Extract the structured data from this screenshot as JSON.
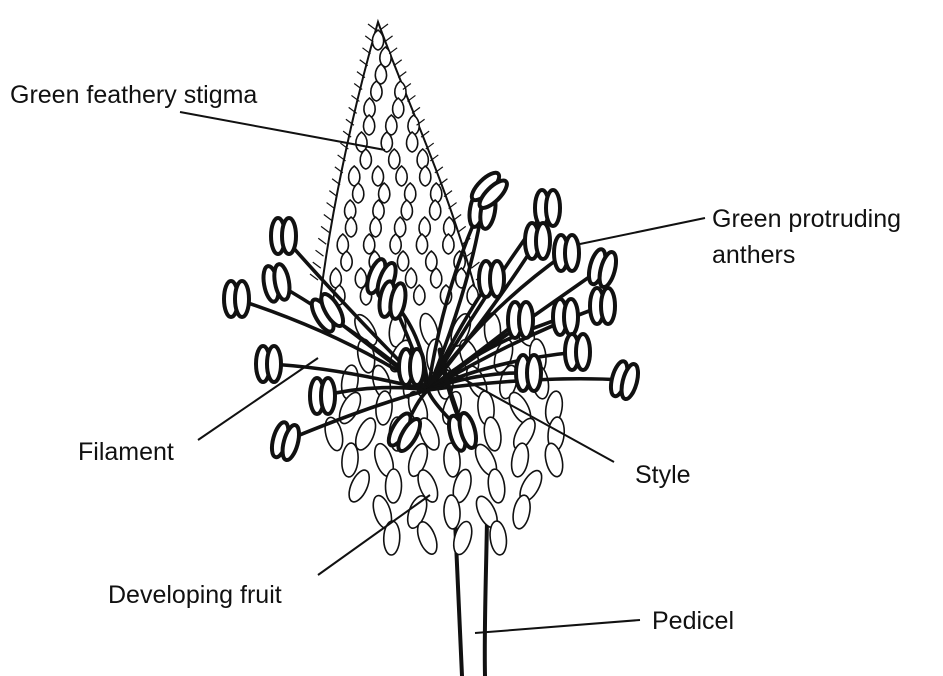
{
  "labels": {
    "stigma": "Green feathery stigma",
    "anthers_line1": "Green protruding",
    "anthers_line2": "anthers",
    "filament": "Filament",
    "style": "Style",
    "fruit": "Developing fruit",
    "pedicel": "Pedicel"
  },
  "colors": {
    "ink": "#111111",
    "background": "#ffffff"
  }
}
